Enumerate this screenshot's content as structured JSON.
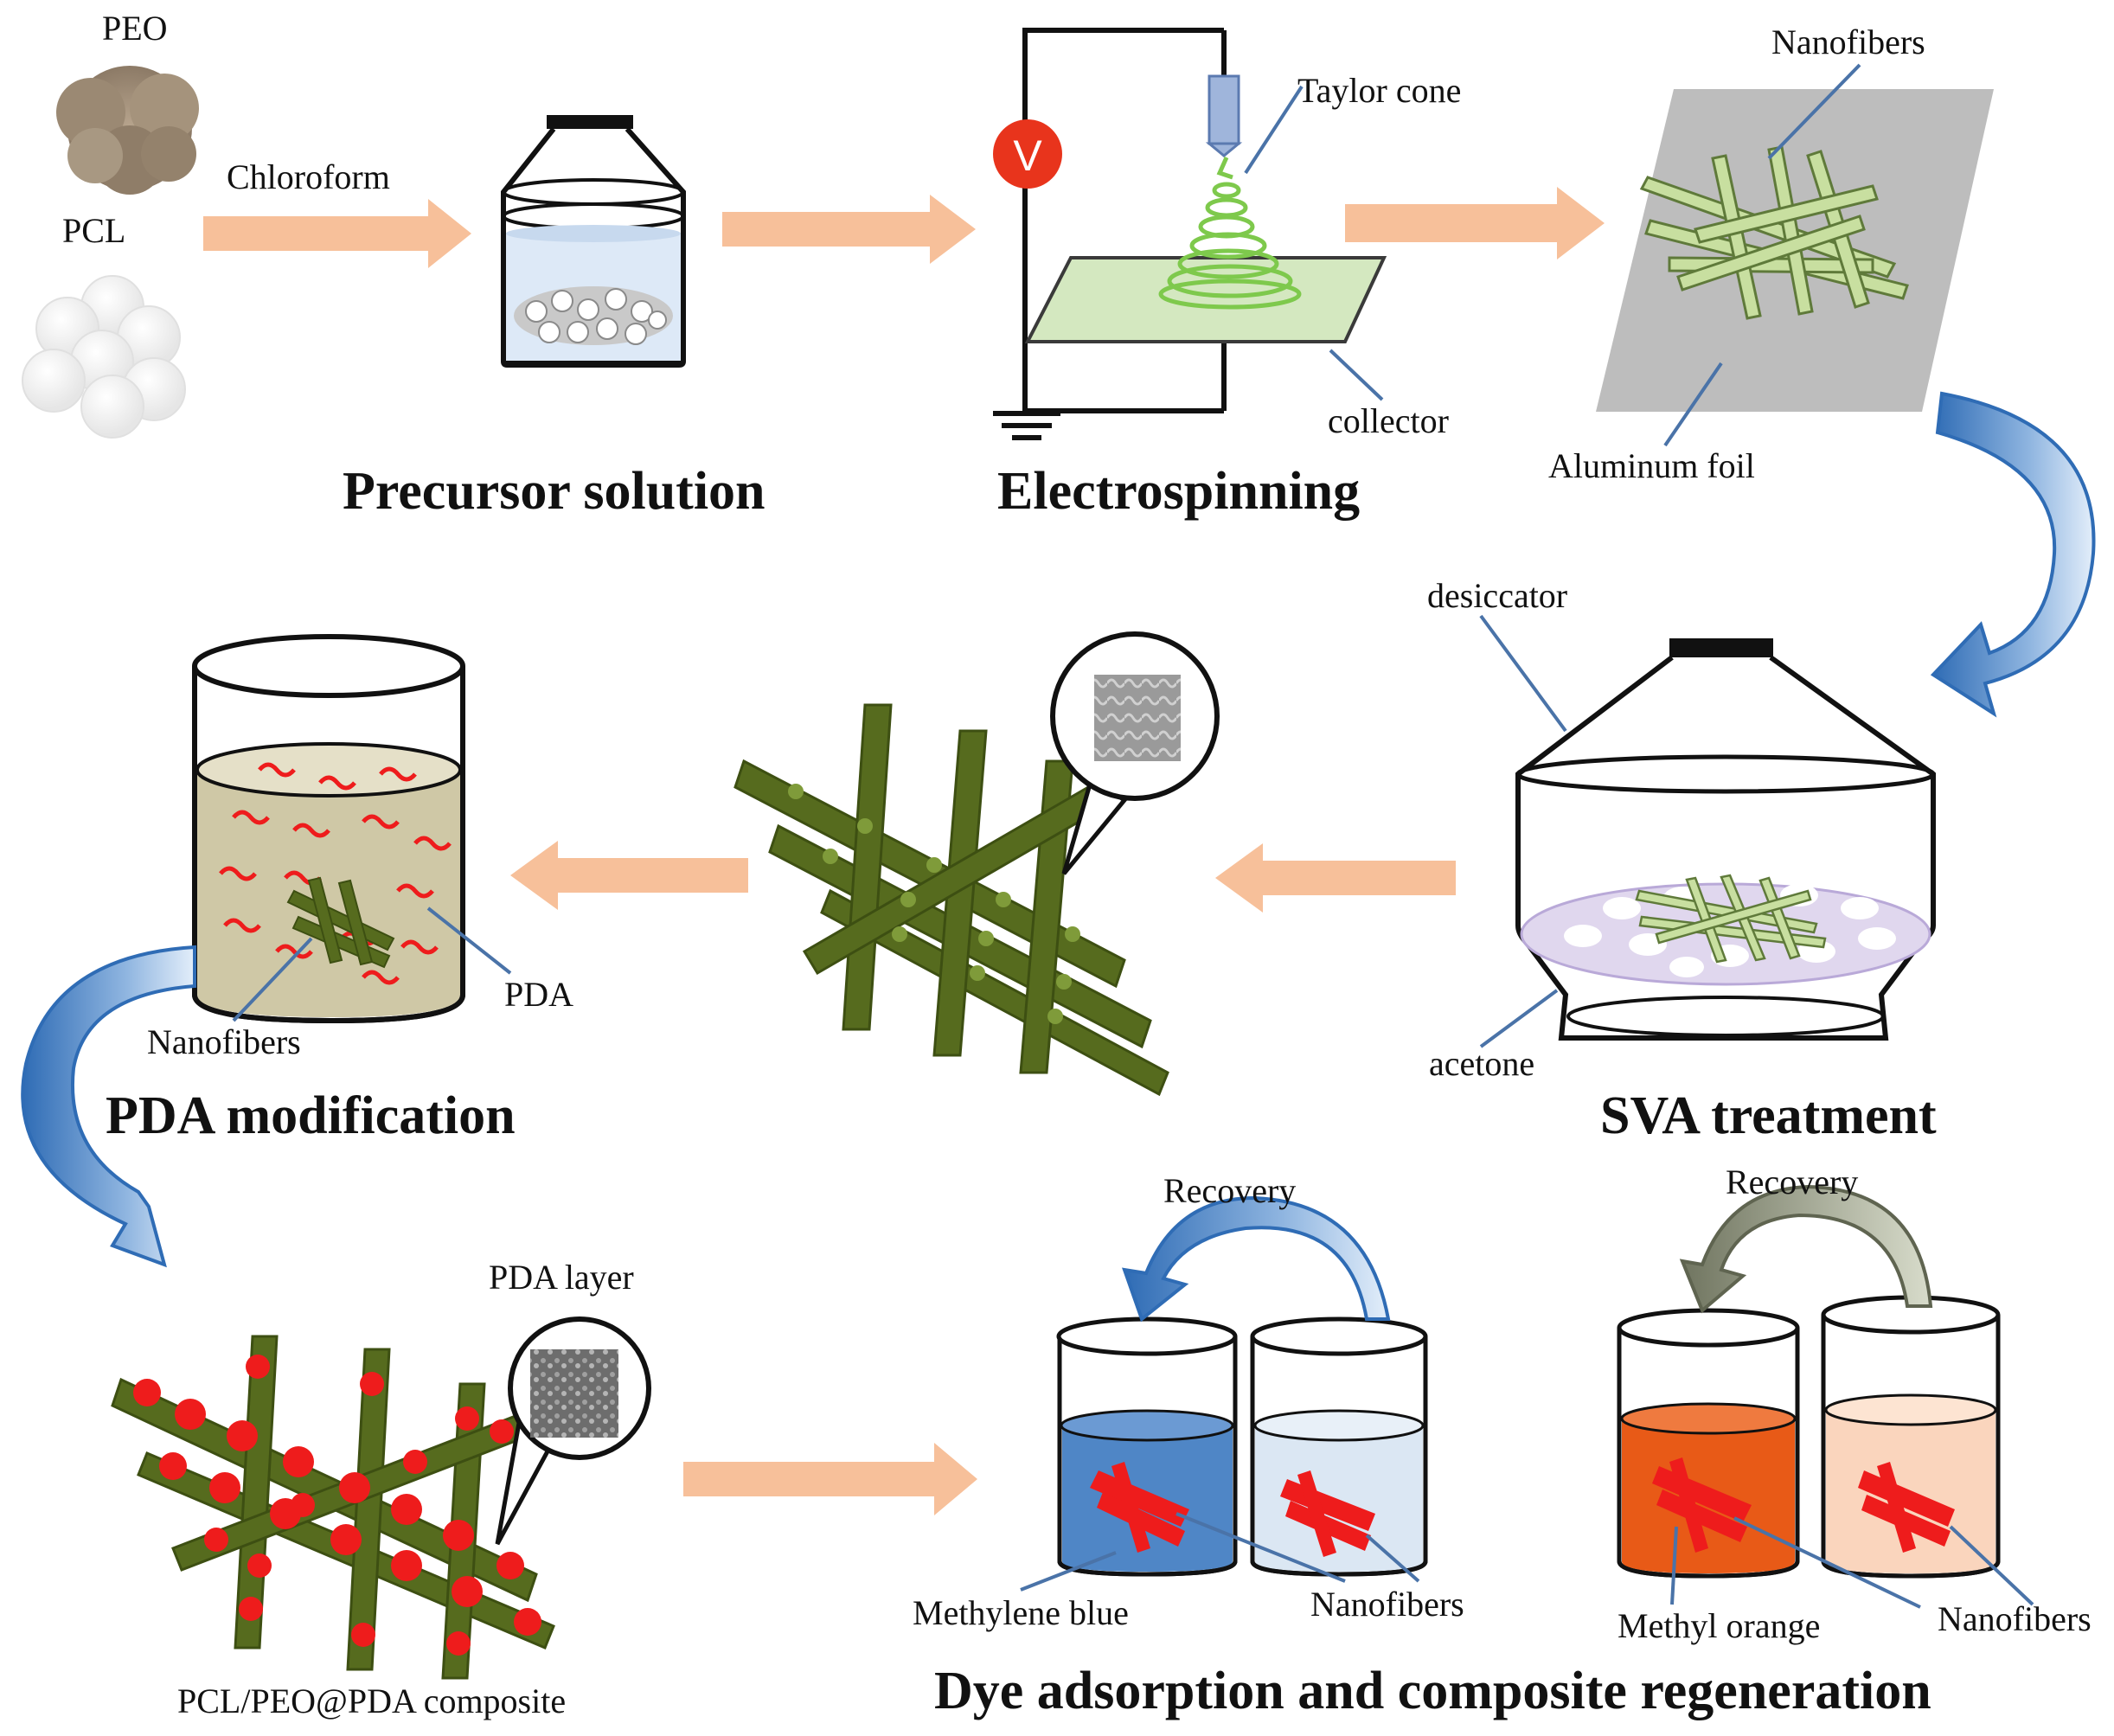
{
  "labels": {
    "peo": "PEO",
    "pcl": "PCL",
    "chloroform": "Chloroform",
    "taylor_cone": "Taylor  cone",
    "collector": "collector",
    "nanofibers_top": "Nanofibers",
    "aluminum_foil": "Aluminum  foil",
    "desiccator": "desiccator",
    "acetone": "acetone",
    "pda": "PDA",
    "nanofibers_beaker": "Nanofibers",
    "pda_layer": "PDA  layer",
    "recovery_1": "Recovery",
    "recovery_2": "Recovery",
    "methylene_blue": "Methylene  blue",
    "nanofibers_mb": "Nanofibers",
    "methyl_orange": "Methyl   orange",
    "nanofibers_mo": "Nanofibers",
    "composite": "PCL/PEO@PDA composite",
    "voltage": "V"
  },
  "titles": {
    "precursor": "Precursor solution",
    "electrospinning": "Electrospinning",
    "sva": "SVA treatment",
    "pda_mod": "PDA modification",
    "dye": "Dye adsorption and composite regeneration"
  },
  "colors": {
    "flow_arrow": "#f7c09a",
    "curved_arrow_blue": "#4a7fc1",
    "fiber_green": "#c8dfa0",
    "coated_green": "#566b1e",
    "pda_red": "#ee1c1c",
    "methylene_blue": "#4f86c6",
    "methylene_light": "#dbe7f3",
    "methyl_orange": "#e85a17",
    "methyl_orange_light": "#fad5bd",
    "foil_gray": "#bdbdbd",
    "pda_solution": "#cfc8a6"
  }
}
